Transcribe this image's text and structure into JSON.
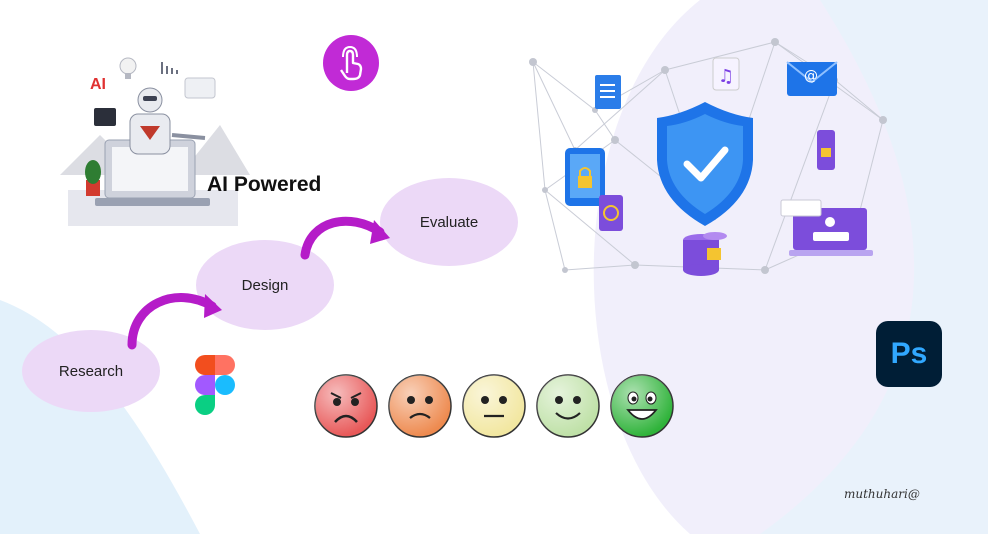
{
  "illustration": {
    "ai_badge": "AI",
    "headline": "AI Powered"
  },
  "flow": {
    "steps": [
      "Research",
      "Design",
      "Evaluate"
    ]
  },
  "tools": {
    "photoshop_label": "Ps",
    "figma": "figma-logo"
  },
  "rating_scale": {
    "faces": [
      "very-unhappy",
      "unhappy",
      "neutral",
      "happy",
      "very-happy"
    ],
    "colors": [
      "#e85858",
      "#ee8a4f",
      "#f2e7a0",
      "#bfe1a7",
      "#2fb33a"
    ]
  },
  "signature": "muthuhari@",
  "colors": {
    "accent": "#c12ad6",
    "ellipse": "#ecd9f7",
    "shield": "#1e74e8"
  }
}
